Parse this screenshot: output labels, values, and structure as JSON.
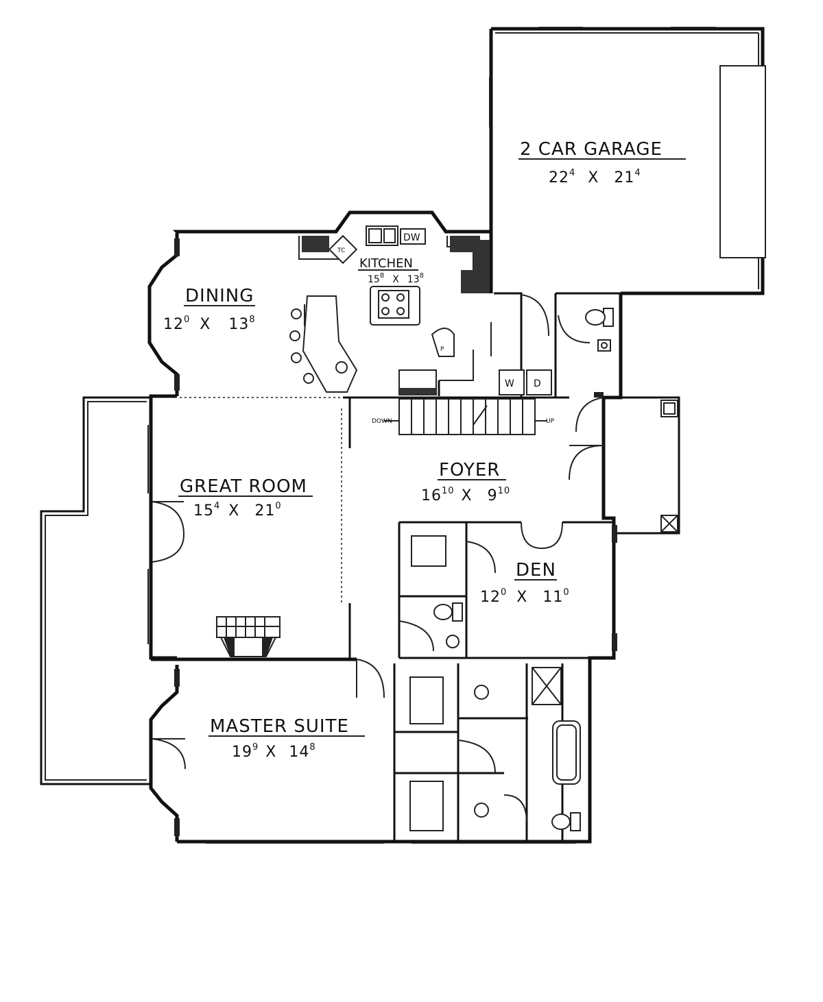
{
  "rooms": {
    "garage": {
      "name": "2 CAR GARAGE",
      "width": "22",
      "width_sup": "4",
      "sep": "X",
      "depth": "21",
      "depth_sup": "4"
    },
    "kitchen": {
      "name": "KITCHEN",
      "width": "15",
      "width_sup": "8",
      "sep": "X",
      "depth": "13",
      "depth_sup": "8"
    },
    "dining": {
      "name": "DINING",
      "width": "12",
      "width_sup": "0",
      "sep": "X",
      "depth": "13",
      "depth_sup": "8"
    },
    "great_room": {
      "name": "GREAT ROOM",
      "width": "15",
      "width_sup": "4",
      "sep": "X",
      "depth": "21",
      "depth_sup": "0"
    },
    "foyer": {
      "name": "FOYER",
      "width": "16",
      "width_sup": "10",
      "sep": "X",
      "depth": "9",
      "depth_sup": "10"
    },
    "den": {
      "name": "DEN",
      "width": "12",
      "width_sup": "0",
      "sep": "X",
      "depth": "11",
      "depth_sup": "0"
    },
    "master_suite": {
      "name": "MASTER SUITE",
      "width": "19",
      "width_sup": "9",
      "sep": "X",
      "depth": "14",
      "depth_sup": "8"
    }
  },
  "stair": {
    "down": "DOWN",
    "up": "UP"
  },
  "fixtures": {
    "dishwasher": "DW",
    "trash_compactor": "TC",
    "washer": "W",
    "dryer": "D",
    "pantry": "P"
  },
  "colors": {
    "lines": "#111111",
    "background": "#ffffff"
  }
}
